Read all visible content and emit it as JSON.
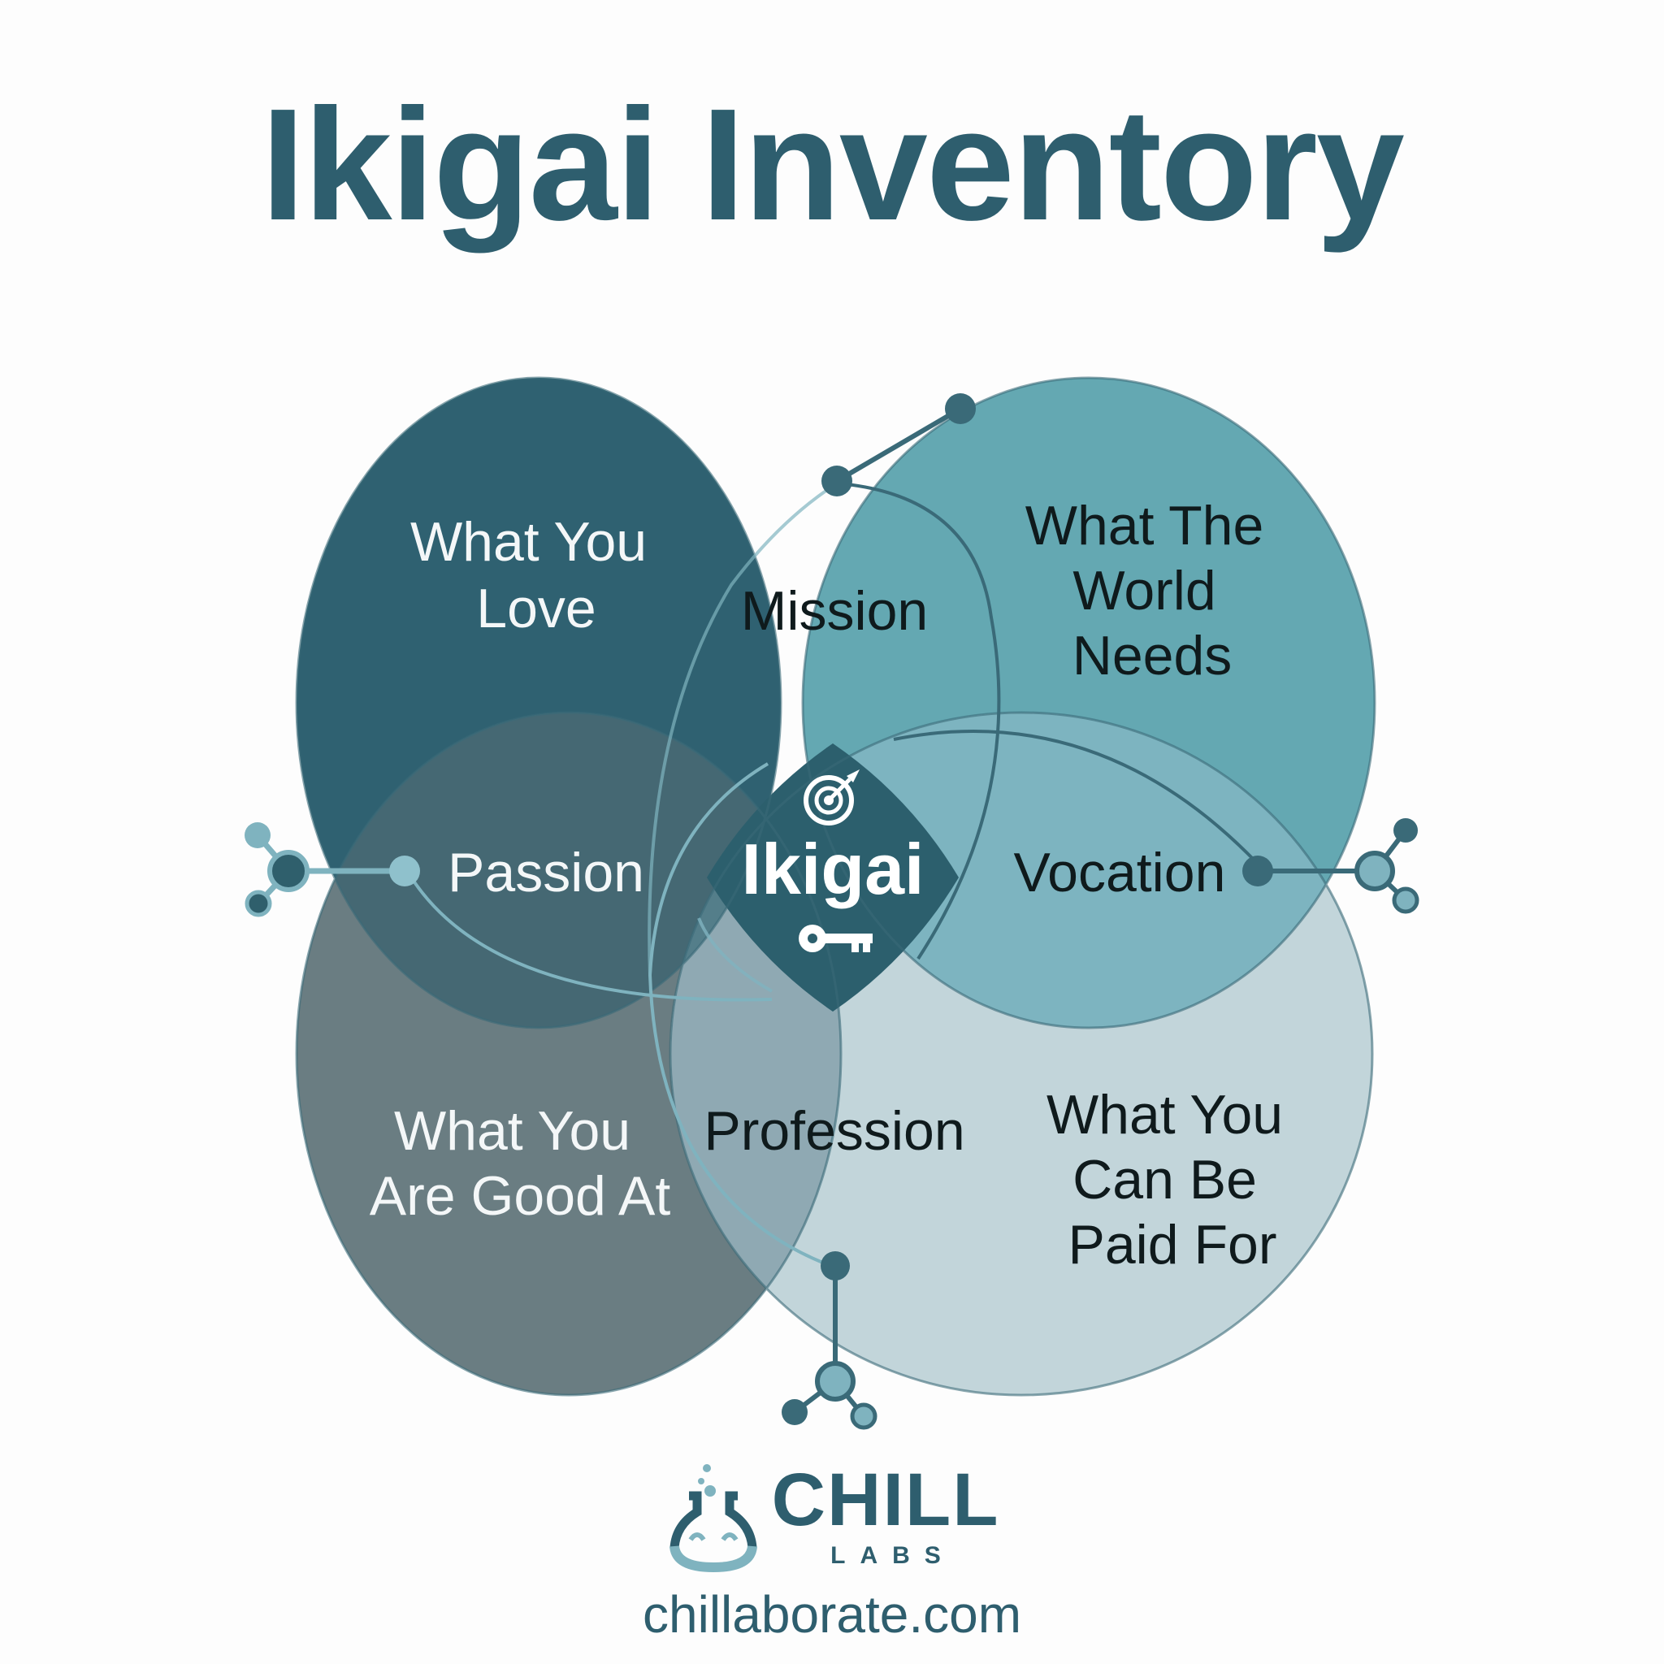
{
  "title": "Ikigai Inventory",
  "colors": {
    "title": "#2e5e6e",
    "circle_love": "#2f6171",
    "circle_world_needs": "#64a8b2",
    "circle_good_at": "#6a7d82",
    "circle_paid_for": "#c2d5da",
    "overlap_mission": "#3b8490",
    "overlap_passion": "#456873",
    "overlap_vocation": "#7db4c0",
    "overlap_profession": "#8fa9b3",
    "center_ikigai": "#2c5f6d",
    "connector_dark": "#3a6a78",
    "connector_light": "#7fb3bf"
  },
  "diagram": {
    "circles": [
      {
        "id": "love",
        "label_lines": [
          "What You",
          "Love"
        ],
        "text_tone": "light"
      },
      {
        "id": "world_needs",
        "label_lines": [
          "What The",
          "World",
          "Needs"
        ],
        "text_tone": "dark"
      },
      {
        "id": "good_at",
        "label_lines": [
          "What You",
          "Are Good At"
        ],
        "text_tone": "light"
      },
      {
        "id": "paid_for",
        "label_lines": [
          "What You",
          "Can Be",
          "Paid For"
        ],
        "text_tone": "dark"
      }
    ],
    "overlaps": {
      "mission": "Mission",
      "passion": "Passion",
      "vocation": "Vocation",
      "profession": "Profession"
    },
    "center": {
      "label": "Ikigai",
      "top_icon": "target-arrow-icon",
      "bottom_icon": "key-icon"
    },
    "connector_nodes": [
      "molecule-left",
      "molecule-right",
      "molecule-bottom",
      "node-top-right"
    ]
  },
  "brand": {
    "name": "CHILL",
    "sub": "LABS",
    "logo_icon": "flask-smile-icon",
    "url": "chillaborate.com"
  }
}
